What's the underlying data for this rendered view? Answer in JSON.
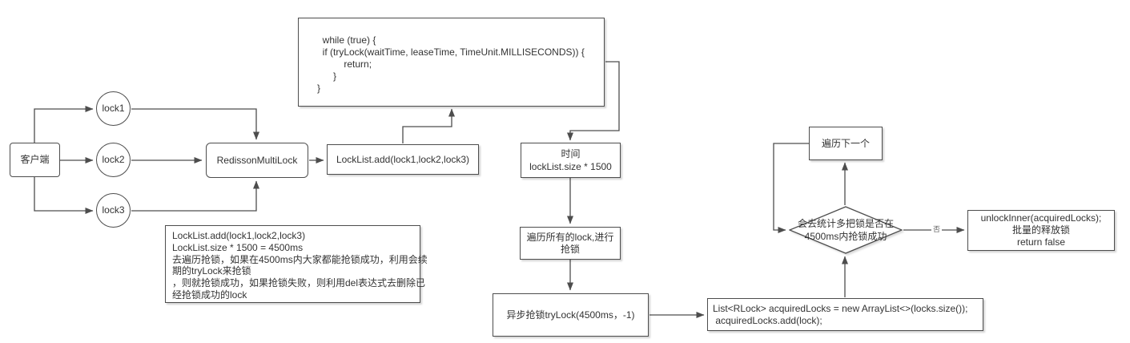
{
  "diagram": {
    "colors": {
      "line": "#4d4d4d",
      "text": "#333333",
      "background": "#ffffff"
    },
    "nodes": {
      "client": {
        "label": "客户端"
      },
      "lock1": {
        "label": "lock1"
      },
      "lock2": {
        "label": "lock2"
      },
      "lock3": {
        "label": "lock3"
      },
      "multilock": {
        "label": "RedissonMultiLock"
      },
      "locklist_add": {
        "label": "LockList.add(lock1,lock2,lock3)"
      },
      "code_block": {
        "code": "  while (true) {\n  if (tryLock(waitTime, leaseTime, TimeUnit.MILLISECONDS)) {\n          return;\n      }\n}"
      },
      "note": {
        "text": "LockList.add(lock1,lock2,lock3)\nLockList.size * 1500 = 4500ms\n去遍历抢锁，如果在4500ms内大家都能抢锁成功，利用会续\n期的tryLock来抢锁\n，则就抢锁成功，如果抢锁失败，则利用del表达式去删除已\n经抢锁成功的lock"
      },
      "time": {
        "line1": "时间",
        "line2": "lockList.size * 1500"
      },
      "iterate_locks": {
        "label": "遍历所有的lock,进行\n抢锁"
      },
      "async_trylock": {
        "label": "异步抢锁tryLock(4500ms，-1)"
      },
      "acquired_locks": {
        "line1": "List<RLock> acquiredLocks = new ArrayList<>(locks.size());",
        "line2": " acquiredLocks.add(lock);"
      },
      "next_item": {
        "label": "遍历下一个"
      },
      "decision": {
        "line1": "会去统计多把锁是否在",
        "line2": "4500ms内抢锁成功"
      },
      "unlock_inner": {
        "line1": "unlockInner(acquiredLocks);",
        "line2": "批量的释放锁",
        "line3": "return false"
      }
    },
    "edge_labels": {
      "no": "否"
    }
  }
}
